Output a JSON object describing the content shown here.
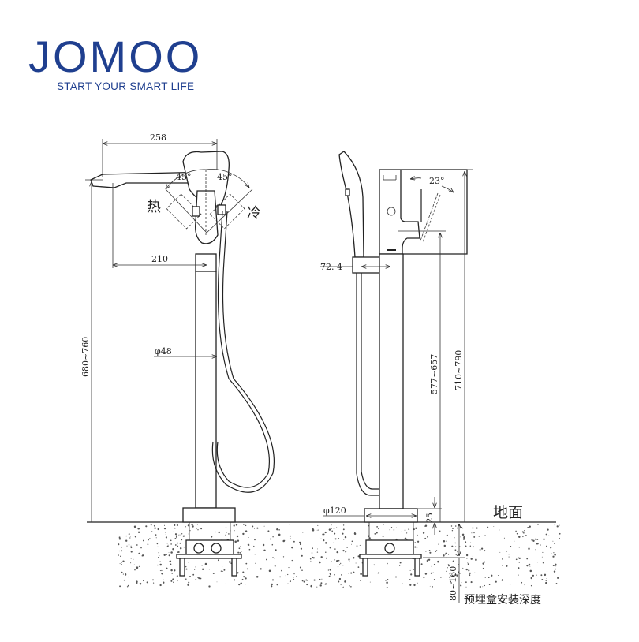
{
  "logo": {
    "brand": "JOMOO",
    "slogan": "START YOUR SMART LIFE",
    "color": "#1f3f8f"
  },
  "front_view": {
    "width_258": "258",
    "angle_hot": "45°",
    "angle_cold": "45°",
    "hot_label": "热",
    "cold_label": "冷",
    "reach_210": "210",
    "column_diameter": "φ48",
    "height_range": "680~760"
  },
  "side_view": {
    "offset_72_4": "72. 4",
    "handle_angle": "23°",
    "spout_height": "577~657",
    "total_height": "710~790",
    "base_diameter": "φ120",
    "base_height": "25",
    "floor_label": "地面",
    "embed_depth": "80~160",
    "embed_depth_label": "预埋盒安装深度"
  }
}
